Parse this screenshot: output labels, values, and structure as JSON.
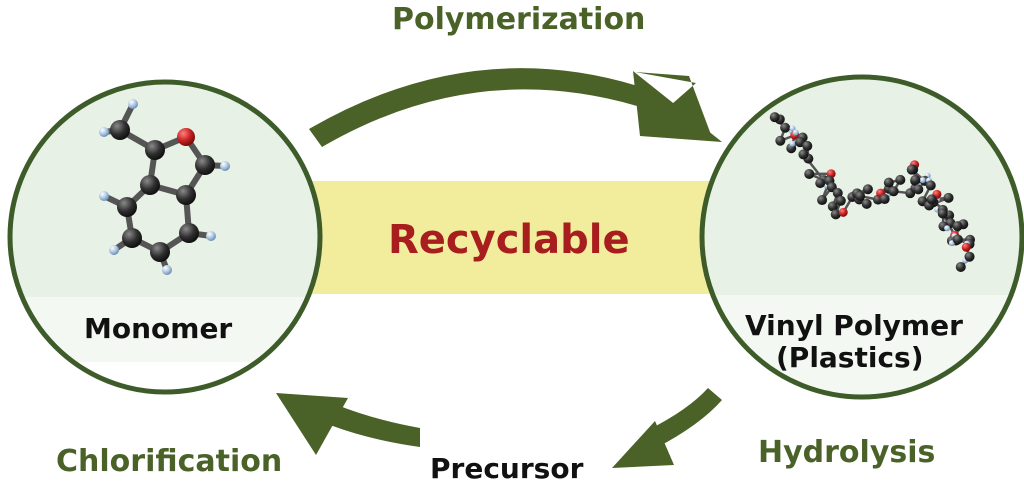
{
  "center_label": "Recyclable",
  "steps": {
    "top": "Polymerization",
    "right": "Hydrolysis",
    "left": "Chlorification"
  },
  "nodes": {
    "monomer": {
      "label": "Monomer"
    },
    "polymer": {
      "line1": "Vinyl Polymer",
      "line2": "(Plastics)"
    },
    "precursor": {
      "label": "Precursor"
    }
  },
  "colors": {
    "arrow": "#4a6228",
    "circle_border": "#3e5c2a",
    "circle_fill": "#e8f1e6",
    "band": "#f1ed9d",
    "center_text": "#a81d1d",
    "atom_carbon": "#303030",
    "atom_oxygen": "#c42020",
    "atom_hydrogen": "#a9c4df"
  }
}
